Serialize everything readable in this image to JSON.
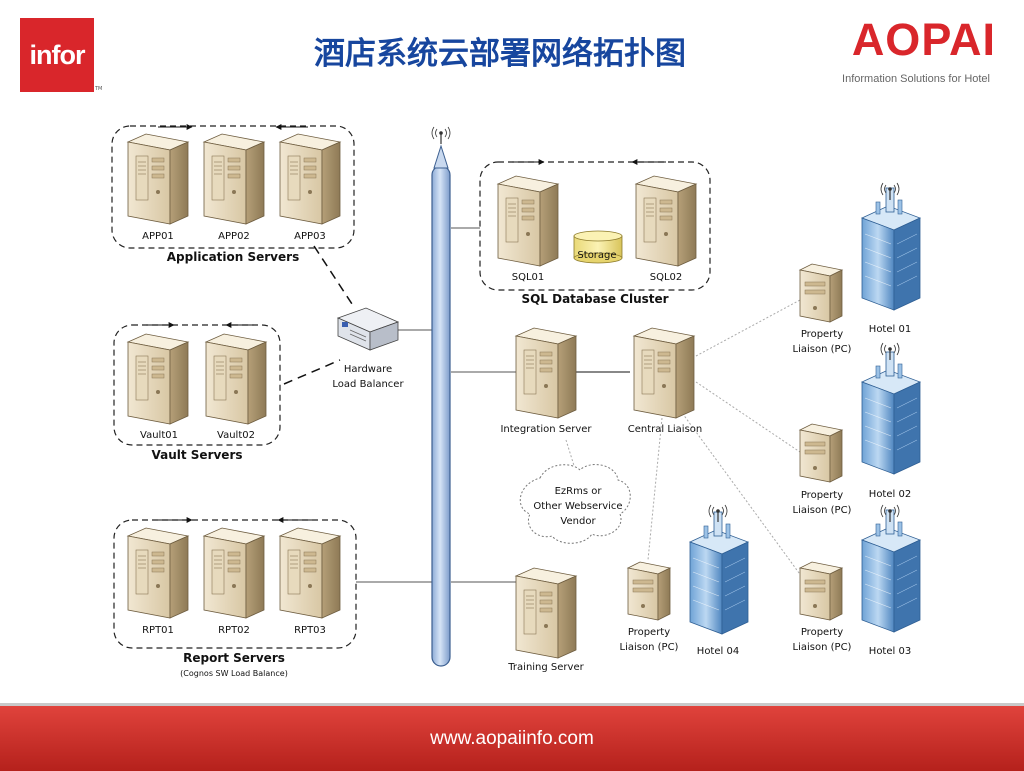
{
  "header": {
    "left_logo": "infor",
    "left_logo_tm": "TM",
    "title": "酒店系统云部署网络拓扑图",
    "brand": "AOPAI",
    "brand_tagline": "Information Solutions for Hotel"
  },
  "app_group": {
    "servers": [
      "APP01",
      "APP02",
      "APP03"
    ],
    "title": "Application Servers"
  },
  "vault_group": {
    "servers": [
      "Vault01",
      "Vault02"
    ],
    "title": "Vault Servers"
  },
  "report_group": {
    "servers": [
      "RPT01",
      "RPT02",
      "RPT03"
    ],
    "title": "Report Servers",
    "subtitle": "(Cognos SW Load Balance)"
  },
  "load_balancer": {
    "line1": "Hardware",
    "line2": "Load Balancer"
  },
  "sql_group": {
    "servers": [
      "SQL01",
      "SQL02"
    ],
    "storage": "Storage",
    "title": "SQL Database Cluster"
  },
  "integration_server": "Integration Server",
  "central_liaison": "Central Liaison",
  "vendor_cloud": {
    "line1": "EzRms or",
    "line2": "Other Webservice",
    "line3": "Vendor"
  },
  "training_server": "Training Server",
  "property_liaison": {
    "line1": "Property",
    "line2": "Liaison (PC)"
  },
  "hotels": [
    "Hotel 01",
    "Hotel 02",
    "Hotel 03",
    "Hotel 04"
  ],
  "footer": {
    "url": "www.aopaiinfo.com"
  },
  "colors": {
    "brand_red": "#d9262b",
    "title_blue": "#17469e",
    "bus_blue": "#b9cfee"
  }
}
